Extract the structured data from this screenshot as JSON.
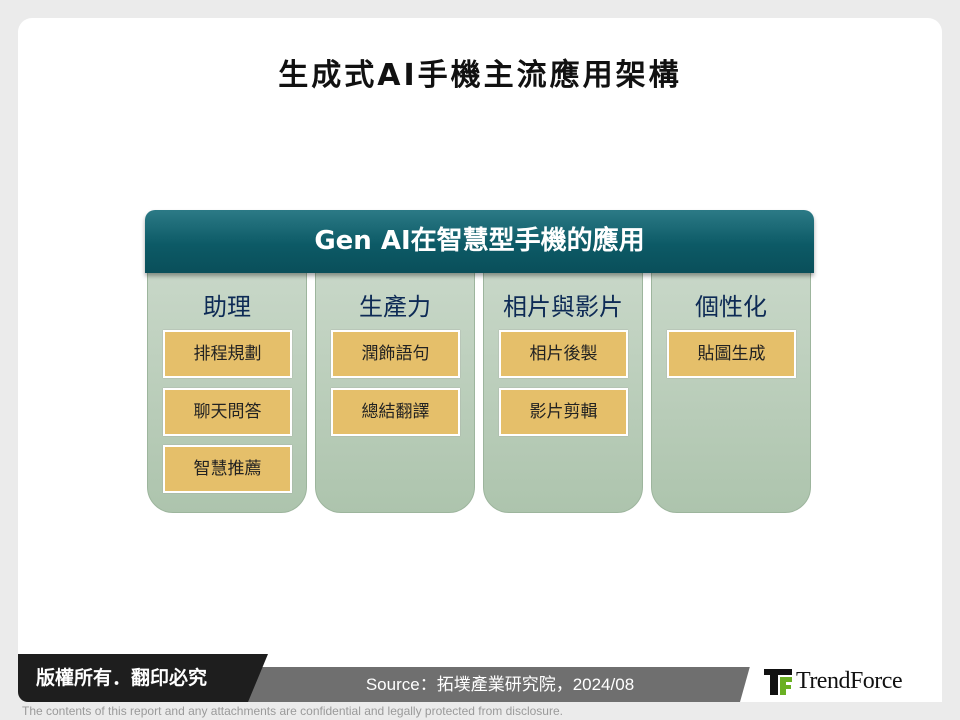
{
  "title": "生成式AI手機主流應用架構",
  "diagram": {
    "header": "Gen AI在智慧型手機的應用",
    "columns": [
      {
        "label": "助理",
        "items": [
          "排程規劃",
          "聊天問答",
          "智慧推薦"
        ]
      },
      {
        "label": "生產力",
        "items": [
          "潤飾語句",
          "總結翻譯"
        ]
      },
      {
        "label": "相片與影片",
        "items": [
          "相片後製",
          "影片剪輯"
        ]
      },
      {
        "label": "個性化",
        "items": [
          "貼圖生成"
        ]
      }
    ]
  },
  "footer": {
    "copyright": "版權所有．翻印必究",
    "source": "Source：拓墣產業研究院，2024/08",
    "logo": "TrendForce",
    "disclaimer": "The contents of this report and any attachments are confidential and legally protected from disclosure."
  },
  "colors": {
    "header": "#0c5a66",
    "box": "#e5bf6a",
    "column": "#bcd0bc",
    "logo_green": "#6ab023"
  }
}
